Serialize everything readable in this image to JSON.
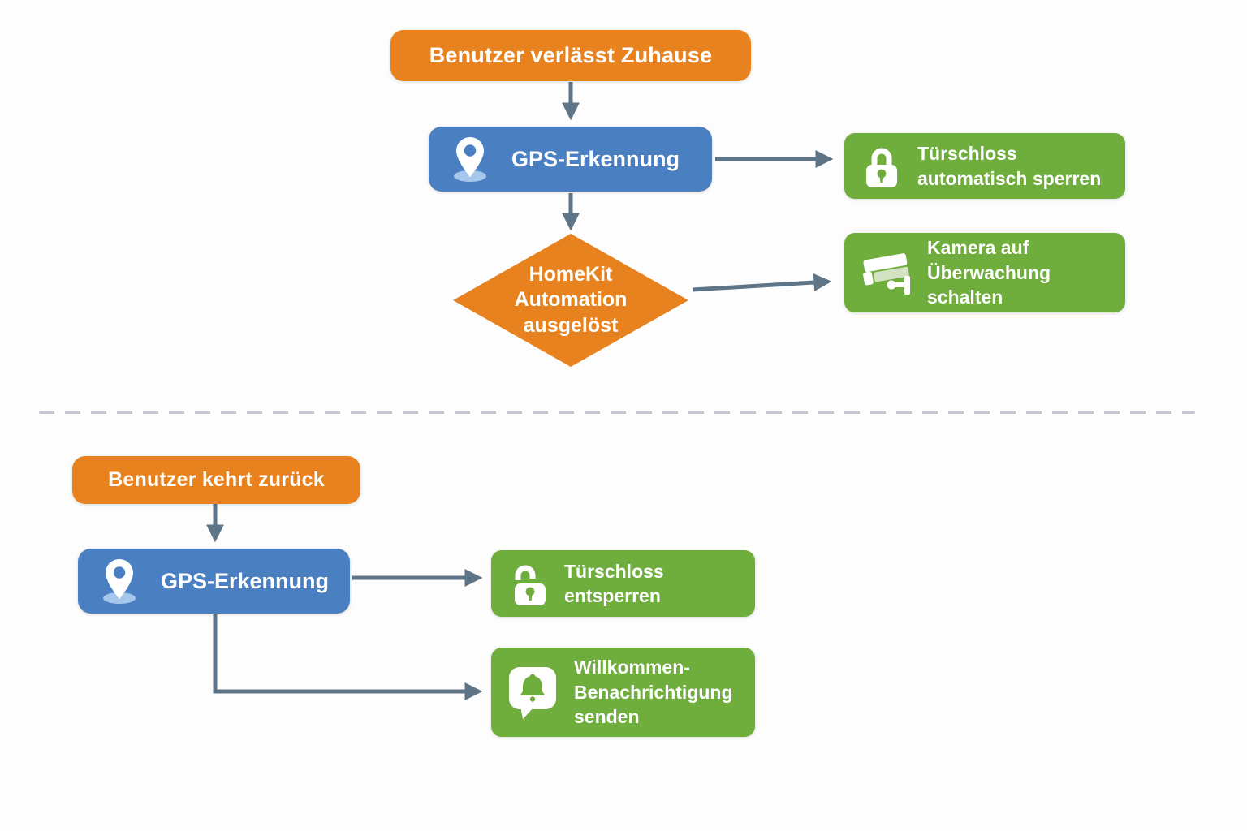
{
  "colors": {
    "start_node": "#E8821E",
    "process_node": "#4A7FC1",
    "action_node": "#6FAD3D",
    "arrow": "#5E7487",
    "divider": "#C6C6CE",
    "background": "#FDFDFD"
  },
  "icons": {
    "gps": "location-pin-icon",
    "lock": "lock-icon",
    "unlock": "unlock-icon",
    "camera": "cctv-camera-icon",
    "notify": "bell-notification-icon"
  },
  "flow_away": {
    "start_label": "Benutzer verlässt Zuhause",
    "gps_label": "GPS-Erkennung",
    "lock_action": {
      "line1": "Türschloss",
      "line2": "automatisch sperren"
    },
    "decision": {
      "line1": "HomeKit",
      "line2": "Automation",
      "line3": "ausgelöst"
    },
    "camera_action": {
      "line1": "Kamera auf",
      "line2": "Überwachung schalten"
    }
  },
  "flow_return": {
    "start_label": "Benutzer kehrt zurück",
    "gps_label": "GPS-Erkennung",
    "unlock_action": {
      "line1": "Türschloss",
      "line2": "entsperren"
    },
    "notify_action": {
      "line1": "Willkommen-",
      "line2": "Benachrichtigung",
      "line3": "senden"
    }
  }
}
